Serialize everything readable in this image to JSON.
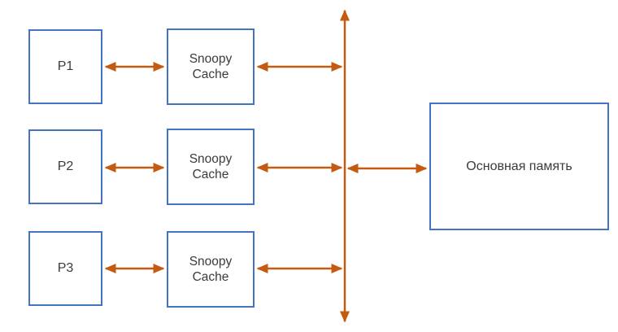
{
  "colors": {
    "box_border": "#4472C4",
    "arrow": "#C55A11",
    "text": "#3b3b3b",
    "background": "#ffffff"
  },
  "diagram": {
    "type": "block-diagram",
    "topic": "snoopy-cache-coherence-bus",
    "rows": [
      {
        "processor_label": "P1",
        "cache_label": "Snoopy Cache"
      },
      {
        "processor_label": "P2",
        "cache_label": "Snoopy Cache"
      },
      {
        "processor_label": "P3",
        "cache_label": "Snoopy Cache"
      }
    ],
    "memory_label": "Основная память",
    "connections": [
      "P1 <-> Snoopy Cache 1",
      "P2 <-> Snoopy Cache 2",
      "P3 <-> Snoopy Cache 3",
      "Snoopy Cache 1 <-> bus",
      "Snoopy Cache 2 <-> bus",
      "Snoopy Cache 3 <-> bus",
      "bus <-> Основная память"
    ]
  }
}
